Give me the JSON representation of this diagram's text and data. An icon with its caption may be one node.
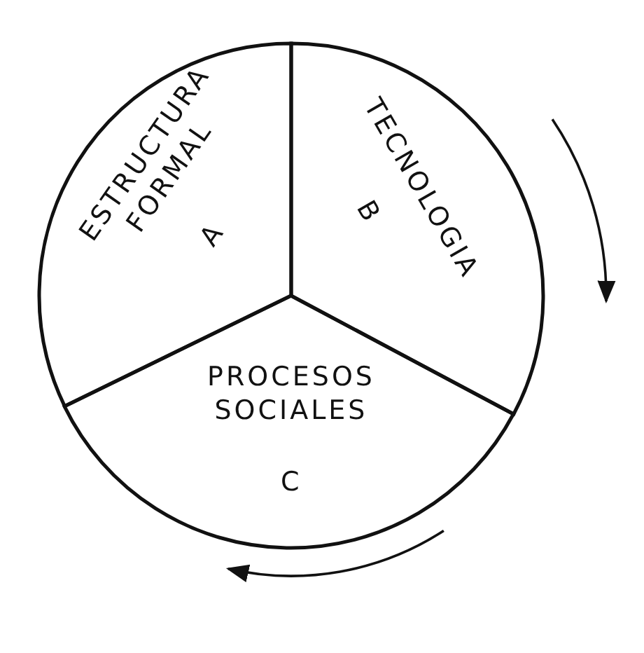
{
  "diagram": {
    "nodes": [
      {
        "text": [
          "ESTRUCTURA FORMAL",
          "A"
        ]
      },
      {
        "text": [
          "TECNOLOGIA",
          "B"
        ]
      },
      {
        "text": [
          "PROCESOS SOCIALES",
          "C"
        ]
      }
    ]
  }
}
